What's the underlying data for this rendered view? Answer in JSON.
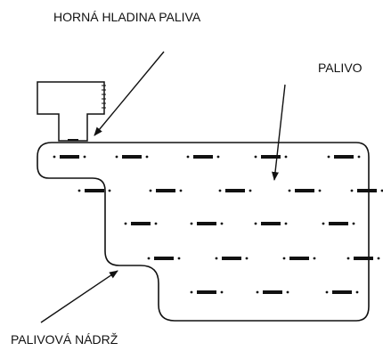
{
  "labels": {
    "top_fuel_level": "HORNÁ HLADINA PALIVA",
    "fuel": "PALIVO",
    "fuel_tank": "PALIVOVÁ NÁDRŽ"
  },
  "colors": {
    "line": "#111111",
    "background": "#ffffff"
  }
}
